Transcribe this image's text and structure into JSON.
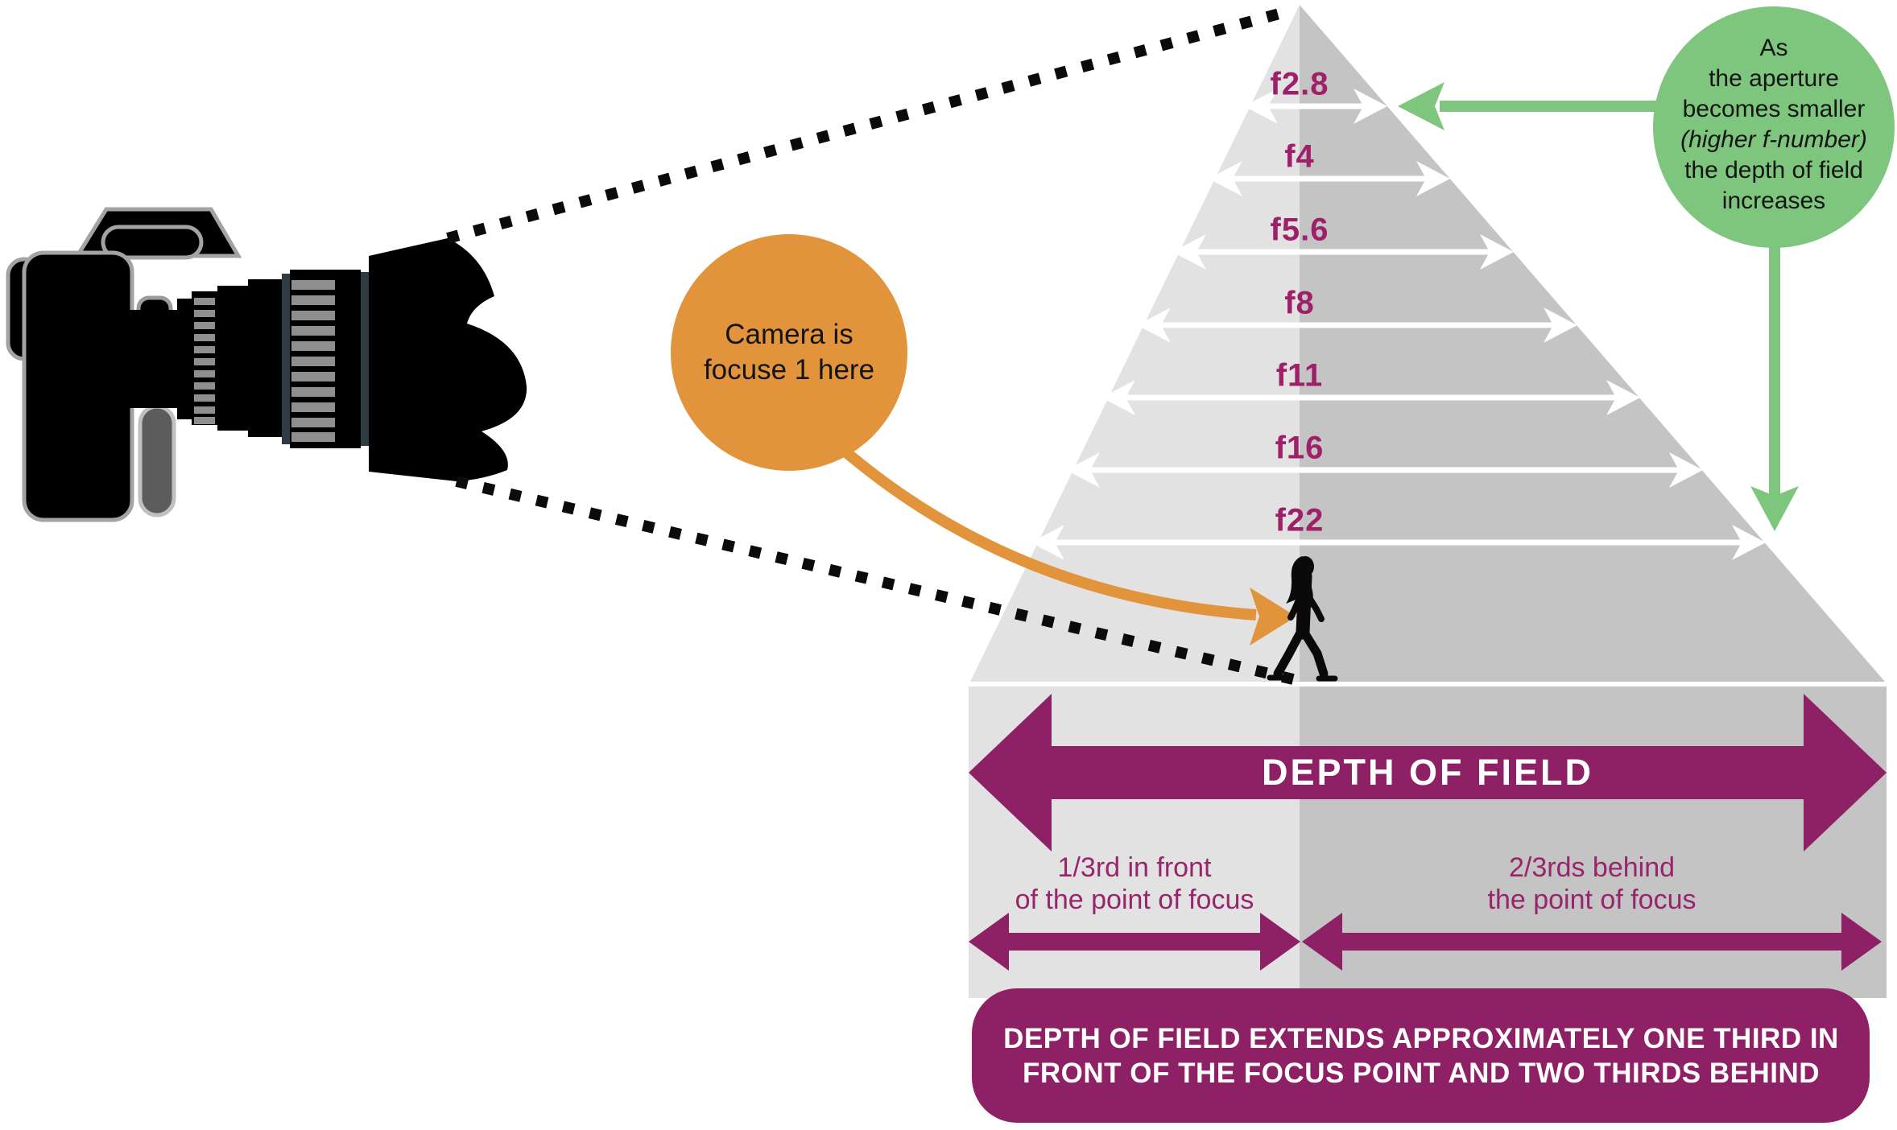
{
  "title": "Depth of field explanation diagram",
  "colors": {
    "triangle_light_gray": "#E3E2E3",
    "triangle_dark_gray": "#C5C4C5",
    "purple": "#8E2065",
    "fstop_magenta": "#9D2069",
    "text_purple": "#97256C",
    "orange": "#E2943C",
    "green": "#7EC67E",
    "black": "#0B0B0B",
    "white": "#FFFFFF"
  },
  "focus_callout": {
    "line1": "Camera is",
    "line2": "focuse 1 here"
  },
  "aperture_note": {
    "line1": "As",
    "line2": "the aperture",
    "line3": "becomes smaller",
    "line4": "(higher f-number)",
    "line5": "the depth of field",
    "line6": "increases"
  },
  "fstops": [
    {
      "label": "f2.8"
    },
    {
      "label": "f4"
    },
    {
      "label": "f5.6"
    },
    {
      "label": "f8"
    },
    {
      "label": "f11"
    },
    {
      "label": "f16"
    },
    {
      "label": "f22"
    }
  ],
  "dof": {
    "arrow_label": "DEPTH OF FIELD",
    "front_line1": "1/3rd in front",
    "front_line2": "of the point of focus",
    "behind_line1": "2/3rds behind",
    "behind_line2": "the point of focus",
    "summary_line1": "DEPTH OF FIELD EXTENDS APPROXIMATELY ONE THIRD IN",
    "summary_line2": "FRONT OF THE FOCUS POINT AND TWO THIRDS BEHIND"
  }
}
